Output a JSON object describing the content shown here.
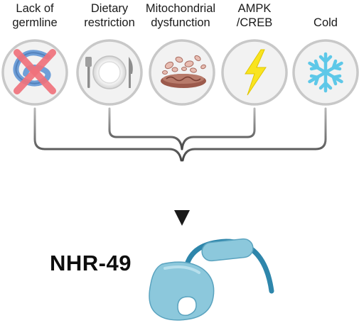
{
  "inputs": [
    {
      "lines": [
        "Lack of",
        "germline"
      ],
      "icon": "crossed-out-germline-icon"
    },
    {
      "lines": [
        "Dietary",
        "restriction"
      ],
      "icon": "empty-plate-icon"
    },
    {
      "lines": [
        "Mitochondrial",
        "dysfunction"
      ],
      "icon": "fragmented-mitochondria-icon"
    },
    {
      "lines": [
        "AMPK",
        "/CREB"
      ],
      "icon": "lightning-bolt-icon"
    },
    {
      "lines": [
        "Cold"
      ],
      "icon": "snowflake-icon"
    }
  ],
  "result": {
    "label": "NHR-49",
    "icon": "nuclear-receptor-protein-icon"
  },
  "colors": {
    "circle_fill": "#f2f2f2",
    "circle_stroke": "#c8c8c8",
    "connector": "#8a8a8a",
    "arrow": "#1a1a1a",
    "protein": "#8cc8dc",
    "protein_dark": "#2e86ab",
    "cross": "#f0727c",
    "germline": "#6f9fd8",
    "bolt": "#f9e41f",
    "snowflake": "#5ec8e8",
    "mitochondria": "#9c5a4c"
  }
}
